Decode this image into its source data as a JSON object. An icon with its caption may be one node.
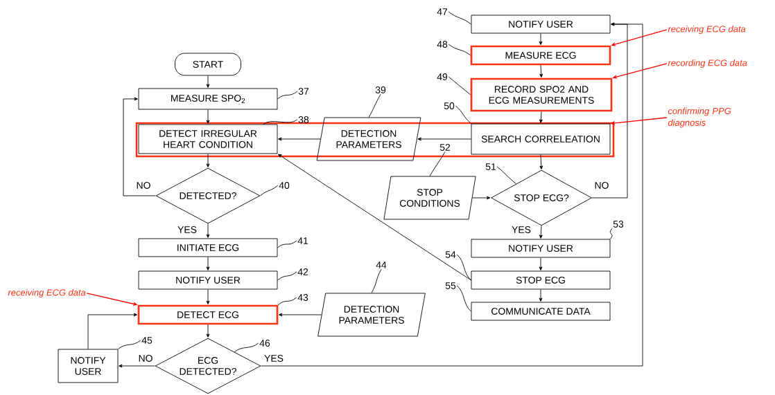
{
  "diagram": {
    "nodes": [
      {
        "text": [
          "START"
        ]
      },
      {
        "text": [
          "MEASURE SPO$_{2}$"
        ]
      },
      {
        "text": [
          "DETECT IRREGULAR HEART CONDITION"
        ]
      },
      {
        "text": [
          "DETECTED?"
        ]
      },
      {
        "text": [
          "INITIATE ECG"
        ]
      },
      {
        "text": [
          "NOTIFY USER"
        ]
      },
      {
        "text": [
          "DETECT ECG"
        ]
      },
      {
        "text": [
          "ECG DETECTED?"
        ]
      },
      {
        "text": [
          "NOTIFY USER"
        ]
      },
      {
        "text": [
          "DETECTION PARAMETERS"
        ]
      },
      {
        "text": [
          "DETECTION PARAMETERS"
        ]
      },
      {
        "text": [
          "NOTIFY USER"
        ]
      },
      {
        "text": [
          "MEASURE ECG"
        ]
      },
      {
        "text": [
          "RECORD SPO2 AND ECG MEASUREMENTS"
        ]
      },
      {
        "text": [
          "SEARCH CORRELEATION"
        ]
      },
      {
        "text": [
          "STOP ECG?"
        ]
      },
      {
        "text": [
          "STOP CONDITIONS"
        ]
      },
      {
        "text": [
          "NOTIFY USER"
        ]
      },
      {
        "text": [
          "STOP ECG"
        ]
      },
      {
        "text": [
          "COMMUNICATE DATA"
        ]
      },
      {
        "text": [
          "receiving ECG data"
        ]
      },
      {
        "text": [
          "recording ECG data"
        ]
      },
      {
        "text": [
          "confirming PPG diagnosis"
        ]
      },
      {
        "text": [
          "receiving ECG data"
        ]
      },
      {
        "text": [
          "37"
        ]
      },
      {
        "text": [
          "38"
        ]
      },
      {
        "text": [
          "39"
        ]
      },
      {
        "text": [
          "40"
        ]
      },
      {
        "text": [
          "41"
        ]
      },
      {
        "text": [
          "42"
        ]
      },
      {
        "text": [
          "43"
        ]
      },
      {
        "text": [
          "44"
        ]
      },
      {
        "text": [
          "45"
        ]
      },
      {
        "text": [
          "46"
        ]
      },
      {
        "text": [
          "47"
        ]
      },
      {
        "text": [
          "48"
        ]
      },
      {
        "text": [
          "49"
        ]
      },
      {
        "text": [
          "50"
        ]
      },
      {
        "text": [
          "51"
        ]
      },
      {
        "text": [
          "52"
        ]
      },
      {
        "text": [
          "53"
        ]
      },
      {
        "text": [
          "54"
        ]
      },
      {
        "text": [
          "55"
        ]
      }
    ],
    "edges": [
      {
        "from": 0,
        "to": 1,
        "arrow": "to"
      },
      {
        "from": 1,
        "to": 2,
        "arrow": "to"
      },
      {
        "from": 2,
        "to": 3,
        "arrow": "to"
      },
      {
        "from": 3,
        "to": 1,
        "arrow": "to",
        "label": "NO"
      },
      {
        "from": 3,
        "to": 4,
        "arrow": "to",
        "label": "YES"
      },
      {
        "from": 4,
        "to": 5,
        "arrow": "to"
      },
      {
        "from": 5,
        "to": 6,
        "arrow": "to"
      },
      {
        "from": 6,
        "to": 7,
        "arrow": "to"
      },
      {
        "from": 7,
        "to": 8,
        "arrow": "to",
        "label": "NO"
      },
      {
        "from": 8,
        "to": 6,
        "arrow": "to"
      },
      {
        "from": 7,
        "to": 11,
        "arrow": "to",
        "label": "YES"
      },
      {
        "from": 14,
        "to": 9,
        "arrow": "to"
      },
      {
        "from": 9,
        "to": 2,
        "arrow": "to"
      },
      {
        "from": 10,
        "to": 6,
        "arrow": "to"
      },
      {
        "from": 11,
        "to": 12,
        "arrow": "to"
      },
      {
        "from": 12,
        "to": 13,
        "arrow": "to"
      },
      {
        "from": 13,
        "to": 14,
        "arrow": "to"
      },
      {
        "from": 14,
        "to": 15,
        "arrow": "to"
      },
      {
        "from": 15,
        "to": 11,
        "arrow": "to",
        "label": "NO"
      },
      {
        "from": 16,
        "to": 15,
        "arrow": "to"
      },
      {
        "from": 15,
        "to": 17,
        "arrow": "to",
        "label": "YES"
      },
      {
        "from": 17,
        "to": 18,
        "arrow": "to"
      },
      {
        "from": 18,
        "to": 19,
        "arrow": "to"
      },
      {
        "from": 18,
        "to": 2,
        "arrow": "to"
      },
      {
        "from": 20,
        "to": 12,
        "arrow": "to",
        "color": "#ff0000"
      },
      {
        "from": 21,
        "to": 13,
        "arrow": "to",
        "color": "#ff0000"
      },
      {
        "from": 22,
        "to": 14,
        "arrow": "to",
        "color": "#ff0000"
      },
      {
        "from": 23,
        "to": 6,
        "arrow": "to",
        "color": "#ff0000"
      },
      {
        "from": 24,
        "to": 1,
        "arrow": "none"
      },
      {
        "from": 25,
        "to": 2,
        "arrow": "none"
      },
      {
        "from": 26,
        "to": 9,
        "arrow": "none"
      },
      {
        "from": 27,
        "to": 3,
        "arrow": "none"
      },
      {
        "from": 28,
        "to": 4,
        "arrow": "none"
      },
      {
        "from": 29,
        "to": 5,
        "arrow": "none"
      },
      {
        "from": 30,
        "to": 6,
        "arrow": "none"
      },
      {
        "from": 31,
        "to": 10,
        "arrow": "none"
      },
      {
        "from": 32,
        "to": 8,
        "arrow": "none"
      },
      {
        "from": 33,
        "to": 7,
        "arrow": "none"
      },
      {
        "from": 34,
        "to": 11,
        "arrow": "none"
      },
      {
        "from": 35,
        "to": 12,
        "arrow": "none"
      },
      {
        "from": 36,
        "to": 13,
        "arrow": "none"
      },
      {
        "from": 37,
        "to": 14,
        "arrow": "none"
      },
      {
        "from": 38,
        "to": 15,
        "arrow": "none"
      },
      {
        "from": 39,
        "to": 16,
        "arrow": "none"
      },
      {
        "from": 40,
        "to": 17,
        "arrow": "none"
      },
      {
        "from": 41,
        "to": 18,
        "arrow": "none"
      },
      {
        "from": 42,
        "to": 19,
        "arrow": "none"
      }
    ]
  }
}
